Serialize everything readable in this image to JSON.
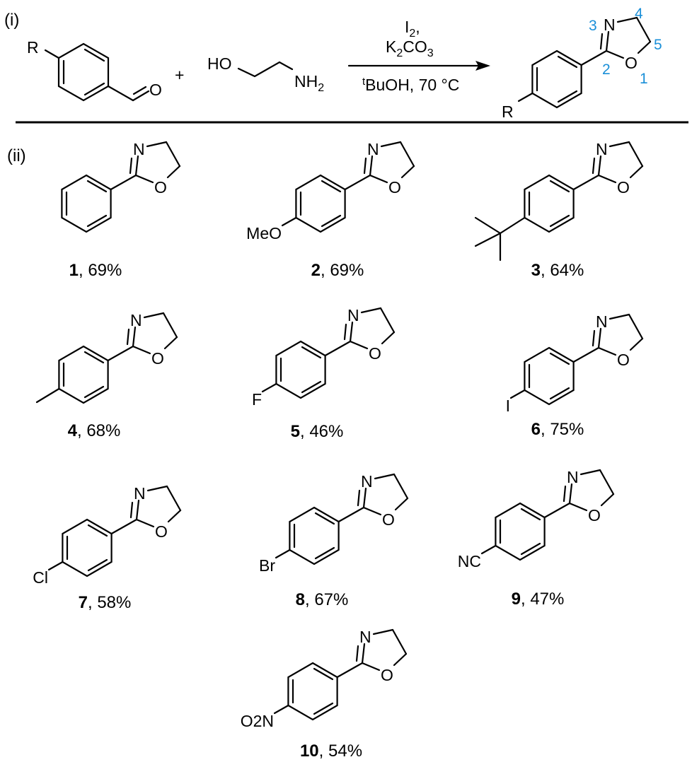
{
  "panels": {
    "reaction": "(i)",
    "scope": "(ii)"
  },
  "reaction": {
    "reactant_substituent": "R",
    "aldehyde_oxygen": "O",
    "plus": "+",
    "ethanolamine": {
      "hydroxyl": "HO",
      "amine": "NH",
      "amine_sub": "2"
    },
    "conditions": {
      "reagent1": "I",
      "reagent1_sub": "2",
      "reagent1_tail": ",",
      "reagent2_a": "K",
      "reagent2_sub1": "2",
      "reagent2_b": "CO",
      "reagent2_sub2": "3",
      "solvent_sup": "t",
      "solvent": "BuOH, 70 °C"
    },
    "product": {
      "substituent": "R",
      "N": "N",
      "O": "O",
      "ring_numbers": [
        "1",
        "2",
        "3",
        "4",
        "5"
      ],
      "number_color": "#1a8fd8"
    }
  },
  "compounds": [
    {
      "id": "1",
      "yield": "69%",
      "substituent": ""
    },
    {
      "id": "2",
      "yield": "69%",
      "substituent": "MeO"
    },
    {
      "id": "3",
      "yield": "64%",
      "substituent": "tBu"
    },
    {
      "id": "4",
      "yield": "68%",
      "substituent": "Me"
    },
    {
      "id": "5",
      "yield": "46%",
      "substituent": "F"
    },
    {
      "id": "6",
      "yield": "75%",
      "substituent": "I"
    },
    {
      "id": "7",
      "yield": "58%",
      "substituent": "Cl"
    },
    {
      "id": "8",
      "yield": "67%",
      "substituent": "Br"
    },
    {
      "id": "9",
      "yield": "47%",
      "substituent": "NC"
    },
    {
      "id": "10",
      "yield": "54%",
      "substituent": "O2N",
      "substituent_main": "O",
      "substituent_sub": "2",
      "substituent_tail": "N"
    }
  ],
  "atoms": {
    "N": "N",
    "O": "O",
    "separator": ", "
  }
}
